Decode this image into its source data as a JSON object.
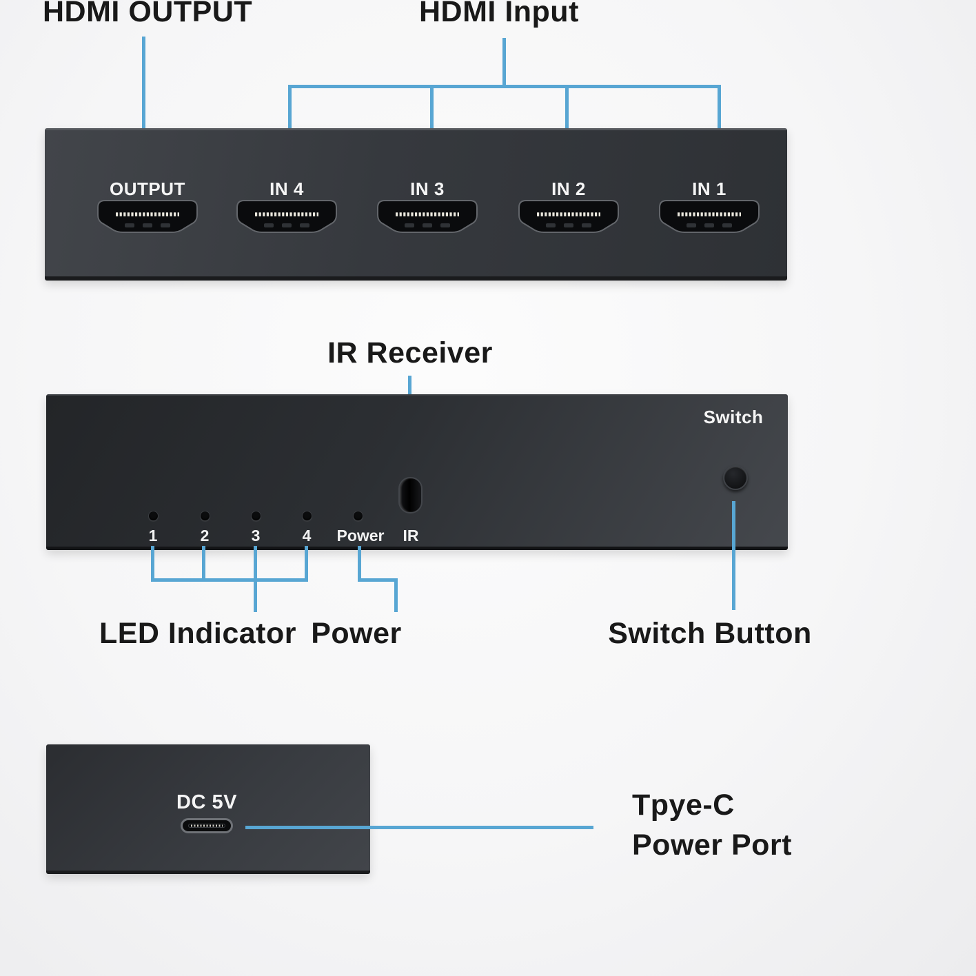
{
  "colors": {
    "accent_line": "#58a6d3",
    "panel_dark": "#35383d",
    "caption_text": "#191919",
    "panel_text": "#f5f5f5"
  },
  "top": {
    "output_caption": "HDMI OUTPUT",
    "input_caption": "HDMI Input",
    "ports": [
      {
        "label": "OUTPUT"
      },
      {
        "label": "IN 4"
      },
      {
        "label": "IN 3"
      },
      {
        "label": "IN 2"
      },
      {
        "label": "IN 1"
      }
    ]
  },
  "middle": {
    "ir_caption": "IR Receiver",
    "switch_label": "Switch",
    "led_labels": [
      "1",
      "2",
      "3",
      "4"
    ],
    "power_label": "Power",
    "ir_label": "IR",
    "led_caption": "LED Indicator",
    "power_caption": "Power",
    "switch_caption": "Switch Button"
  },
  "bottom": {
    "dc_label": "DC 5V",
    "caption_line1": "Tpye-C",
    "caption_line2": "Power Port"
  }
}
